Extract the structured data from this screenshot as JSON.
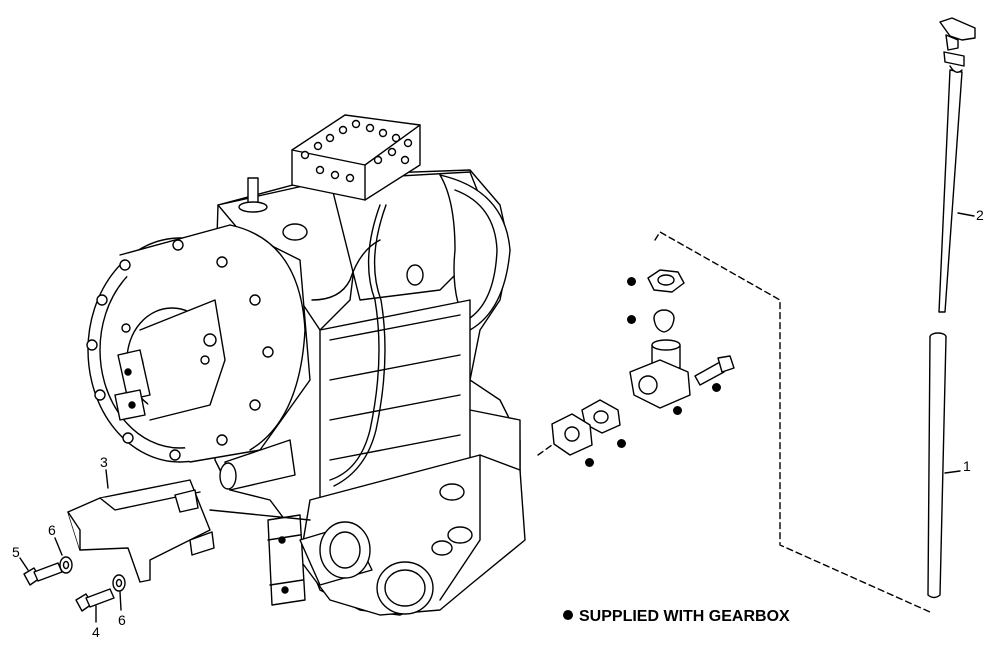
{
  "callouts": {
    "tube": "1",
    "dipstick": "2",
    "guard": "3",
    "bolt_lower": "4",
    "bolt_upper": "5",
    "washer_upper": "6",
    "washer_lower": "6"
  },
  "legend": {
    "text": "SUPPLIED WITH GEARBOX"
  },
  "colors": {
    "line": "#000000",
    "background": "#ffffff",
    "fill": "#ffffff"
  }
}
